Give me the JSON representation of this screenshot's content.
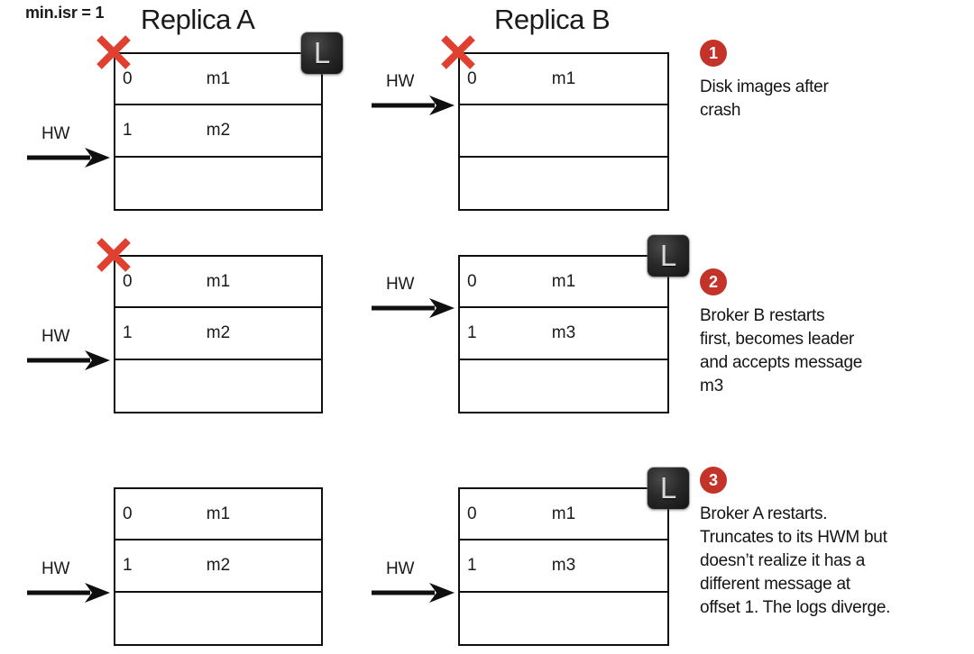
{
  "config": {
    "label": "min.isr = 1"
  },
  "columns": [
    {
      "id": "replica-a",
      "title": "Replica A"
    },
    {
      "id": "replica-b",
      "title": "Replica B"
    }
  ],
  "hw_label": "HW",
  "leader_glyph": "L",
  "panels": [
    {
      "step": "1",
      "description": "Disk images after\ncrash",
      "replica_a": {
        "crashed": true,
        "leader": true,
        "rows": [
          {
            "offset": "0",
            "message": "m1"
          },
          {
            "offset": "1",
            "message": "m2"
          },
          {
            "offset": "",
            "message": ""
          }
        ],
        "hw_at_row": 1
      },
      "replica_b": {
        "crashed": true,
        "leader": false,
        "rows": [
          {
            "offset": "0",
            "message": "m1"
          },
          {
            "offset": "",
            "message": ""
          },
          {
            "offset": "",
            "message": ""
          }
        ],
        "hw_at_row": 0
      }
    },
    {
      "step": "2",
      "description": "Broker B restarts\nfirst, becomes leader\nand accepts message\nm3",
      "replica_a": {
        "crashed": true,
        "leader": false,
        "rows": [
          {
            "offset": "0",
            "message": "m1"
          },
          {
            "offset": "1",
            "message": "m2"
          },
          {
            "offset": "",
            "message": ""
          }
        ],
        "hw_at_row": 1
      },
      "replica_b": {
        "crashed": false,
        "leader": true,
        "rows": [
          {
            "offset": "0",
            "message": "m1"
          },
          {
            "offset": "1",
            "message": "m3"
          },
          {
            "offset": "",
            "message": ""
          }
        ],
        "hw_at_row": 0
      }
    },
    {
      "step": "3",
      "description": "Broker A restarts.\nTruncates to its HWM but\ndoesn’t realize it has a\ndifferent message at\noffset 1. The logs diverge.",
      "replica_a": {
        "crashed": false,
        "leader": false,
        "rows": [
          {
            "offset": "0",
            "message": "m1"
          },
          {
            "offset": "1",
            "message": "m2"
          },
          {
            "offset": "",
            "message": ""
          }
        ],
        "hw_at_row": 1
      },
      "replica_b": {
        "crashed": false,
        "leader": true,
        "rows": [
          {
            "offset": "0",
            "message": "m1"
          },
          {
            "offset": "1",
            "message": "m3"
          },
          {
            "offset": "",
            "message": ""
          }
        ],
        "hw_at_row": 1
      }
    }
  ],
  "colors": {
    "crash_x": "#e04030",
    "step_badge": "#c4332a",
    "box_border": "#0f0f0f",
    "leader_badge": "#1e1e1e"
  }
}
